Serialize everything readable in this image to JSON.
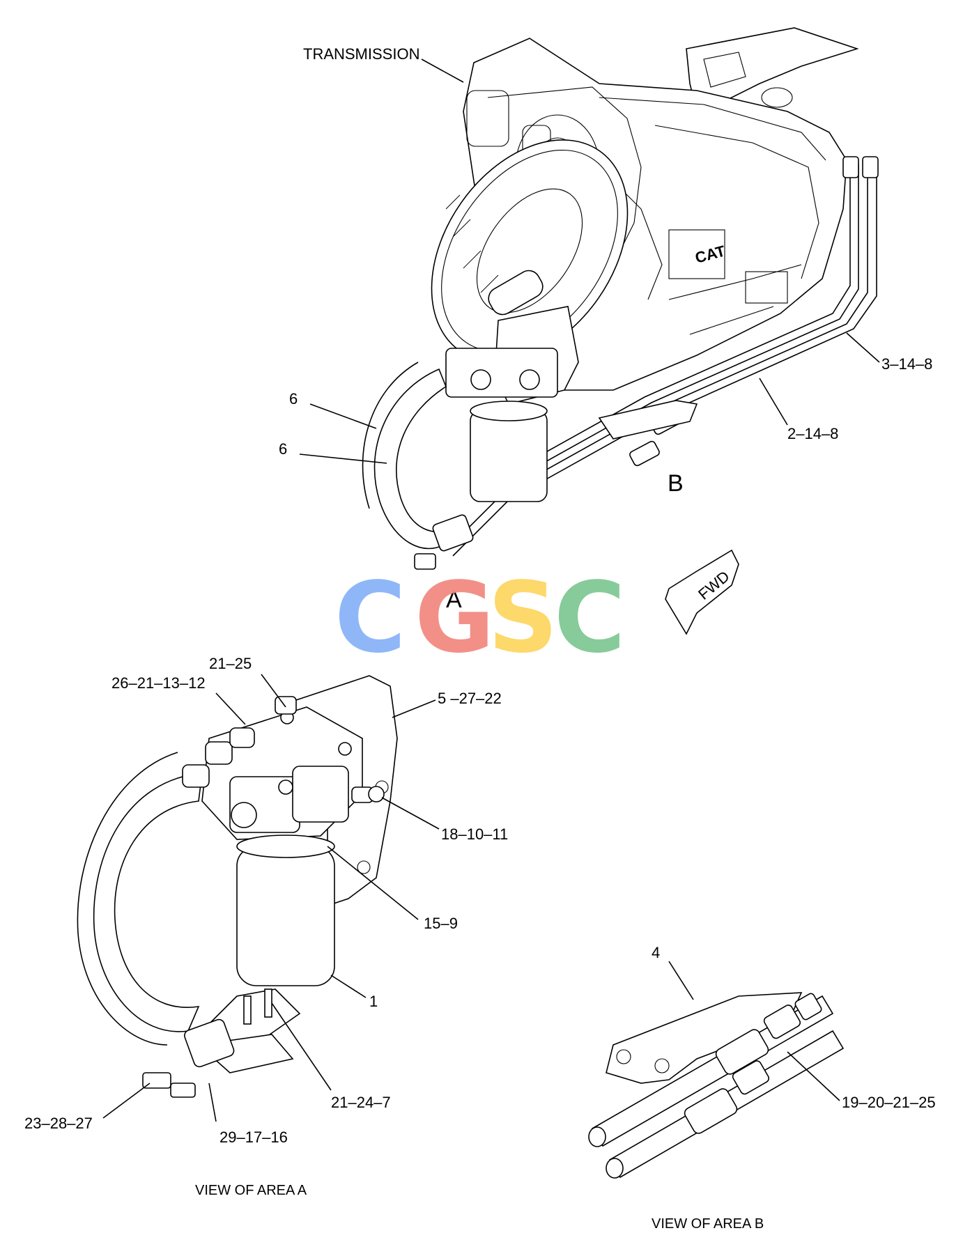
{
  "labels": {
    "transmission": "TRANSMISSION",
    "hose_upper": "6",
    "hose_lower": "6",
    "line_3": "3–14–8",
    "line_2": "2–14–8",
    "area_b_marker": "B",
    "area_a_marker": "A",
    "fwd": "FWD",
    "c_21_25_top": "21–25",
    "c_26_21_13_12": "26–21–13–12",
    "c_5_27_22": "5 –27–22",
    "c_18_10_11": "18–10–11",
    "c_15_9": "15–9",
    "c_1": "1",
    "c_21_24_7": "21–24–7",
    "c_23_28_27": "23–28–27",
    "c_29_17_16": "29–17–16",
    "c_4": "4",
    "c_19_20_21_25": "19–20–21–25"
  },
  "captions": {
    "view_a": "VIEW OF AREA  A",
    "view_b": "VIEW OF AREA  B"
  },
  "watermark": {
    "letters": [
      "C",
      "G",
      "S",
      "C"
    ],
    "colors": [
      "#8ab4f8",
      "#f28b82",
      "#fdd663",
      "#81c995"
    ]
  }
}
